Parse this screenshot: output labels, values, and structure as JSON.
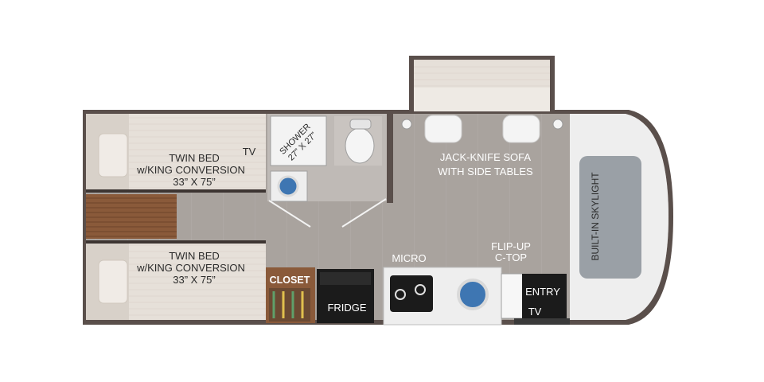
{
  "labels": {
    "twin_bed_top": {
      "line1": "TWIN BED",
      "line2": "w/KING CONVERSION",
      "line3": "33” X 75”"
    },
    "twin_bed_bottom": {
      "line1": "TWIN BED",
      "line2": "w/KING CONVERSION",
      "line3": "33” X 75”"
    },
    "tv_bedroom": "TV",
    "shower": {
      "line1": "SHOWER",
      "line2": "27” X 27”"
    },
    "sofa": {
      "line1": "JACK-KNIFE SOFA",
      "line2": "WITH SIDE TABLES"
    },
    "skylight": "BUILT-IN SKYLIGHT",
    "closet": "CLOSET",
    "fridge": "FRIDGE",
    "micro": "MICRO",
    "flip_up": {
      "line1": "FLIP-UP",
      "line2": "C-TOP"
    },
    "entry": "ENTRY",
    "tv_entry": "TV"
  },
  "colors": {
    "wall": "#5a4f4b",
    "floor": "#a7a19c",
    "fabric": "#e8e2dc",
    "wood": "#8a5a3a",
    "appliance": "#1b1b1b",
    "cab": "#eeeeee"
  }
}
